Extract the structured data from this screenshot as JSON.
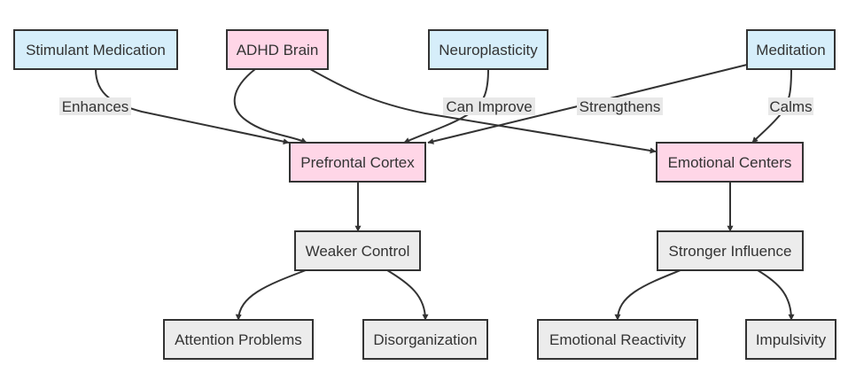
{
  "colors": {
    "pink": "#ffd6e7",
    "blue": "#d6eefa",
    "gray": "#ececec",
    "stroke": "#333333"
  },
  "nodes": {
    "stimulant": {
      "label": "Stimulant Medication",
      "style": "blue"
    },
    "adhd": {
      "label": "ADHD Brain",
      "style": "pink"
    },
    "neuro": {
      "label": "Neuroplasticity",
      "style": "blue"
    },
    "meditation": {
      "label": "Meditation",
      "style": "blue"
    },
    "prefrontal": {
      "label": "Prefrontal Cortex",
      "style": "pink"
    },
    "emotional": {
      "label": "Emotional Centers",
      "style": "pink"
    },
    "weaker": {
      "label": "Weaker Control",
      "style": "gray"
    },
    "stronger": {
      "label": "Stronger Influence",
      "style": "gray"
    },
    "attention": {
      "label": "Attention Problems",
      "style": "gray"
    },
    "disorg": {
      "label": "Disorganization",
      "style": "gray"
    },
    "reactivity": {
      "label": "Emotional Reactivity",
      "style": "gray"
    },
    "impulsivity": {
      "label": "Impulsivity",
      "style": "gray"
    }
  },
  "edges": {
    "enhances": {
      "from": "stimulant",
      "to": "prefrontal",
      "label": "Enhances"
    },
    "adhd_pfc": {
      "from": "adhd",
      "to": "prefrontal",
      "label": ""
    },
    "adhd_emo": {
      "from": "adhd",
      "to": "emotional",
      "label": ""
    },
    "can_improve": {
      "from": "neuro",
      "to": "prefrontal",
      "label": "Can Improve"
    },
    "strengthens": {
      "from": "meditation",
      "to": "prefrontal",
      "label": "Strengthens"
    },
    "calms": {
      "from": "meditation",
      "to": "emotional",
      "label": "Calms"
    },
    "pfc_weaker": {
      "from": "prefrontal",
      "to": "weaker",
      "label": ""
    },
    "emo_stronger": {
      "from": "emotional",
      "to": "stronger",
      "label": ""
    },
    "weaker_attention": {
      "from": "weaker",
      "to": "attention",
      "label": ""
    },
    "weaker_disorg": {
      "from": "weaker",
      "to": "disorg",
      "label": ""
    },
    "stronger_reactivity": {
      "from": "stronger",
      "to": "reactivity",
      "label": ""
    },
    "stronger_impulsivity": {
      "from": "stronger",
      "to": "impulsivity",
      "label": ""
    }
  }
}
